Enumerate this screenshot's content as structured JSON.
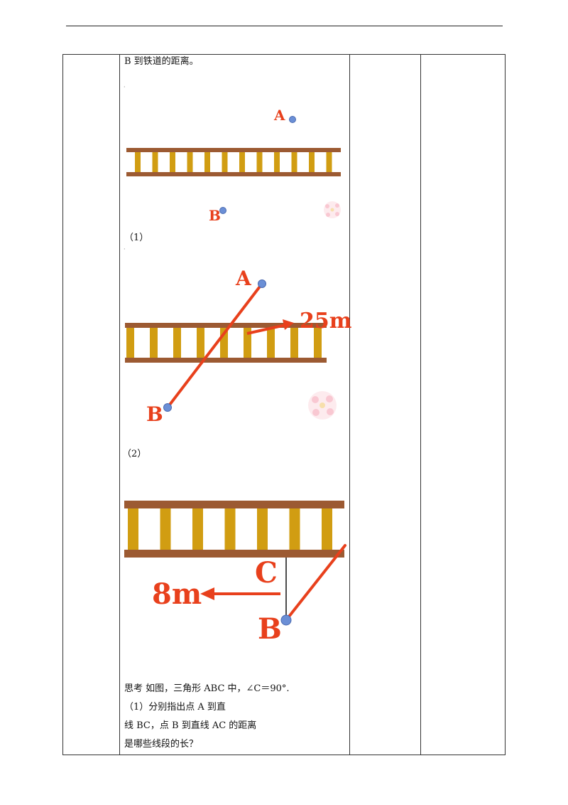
{
  "header": {
    "has_rule": true
  },
  "colors": {
    "rail": "#9c5a32",
    "sleeper": "#d19d12",
    "label": "#e8401c",
    "point": "#6b8fd6"
  },
  "icons": [
    "flower-decoration-icon"
  ],
  "content": {
    "intro_line": "B 到铁道的距离。",
    "figure1": {
      "label_a": "A",
      "label_b": "B"
    },
    "caption1": "（1）",
    "figure2": {
      "label_a": "A",
      "label_b": "B",
      "distance": "25m"
    },
    "caption2": "（2）",
    "figure3": {
      "label_c": "C",
      "label_b": "B",
      "distance": "8m"
    },
    "think_line": "思考  如图，三角形 ABC 中，∠C＝90°.",
    "q1_line1": "（1）分别指出点 A 到直",
    "q1_line2": "线 BC，点 B 到直线 AC 的距离",
    "q1_line3": "是哪些线段的长？"
  }
}
